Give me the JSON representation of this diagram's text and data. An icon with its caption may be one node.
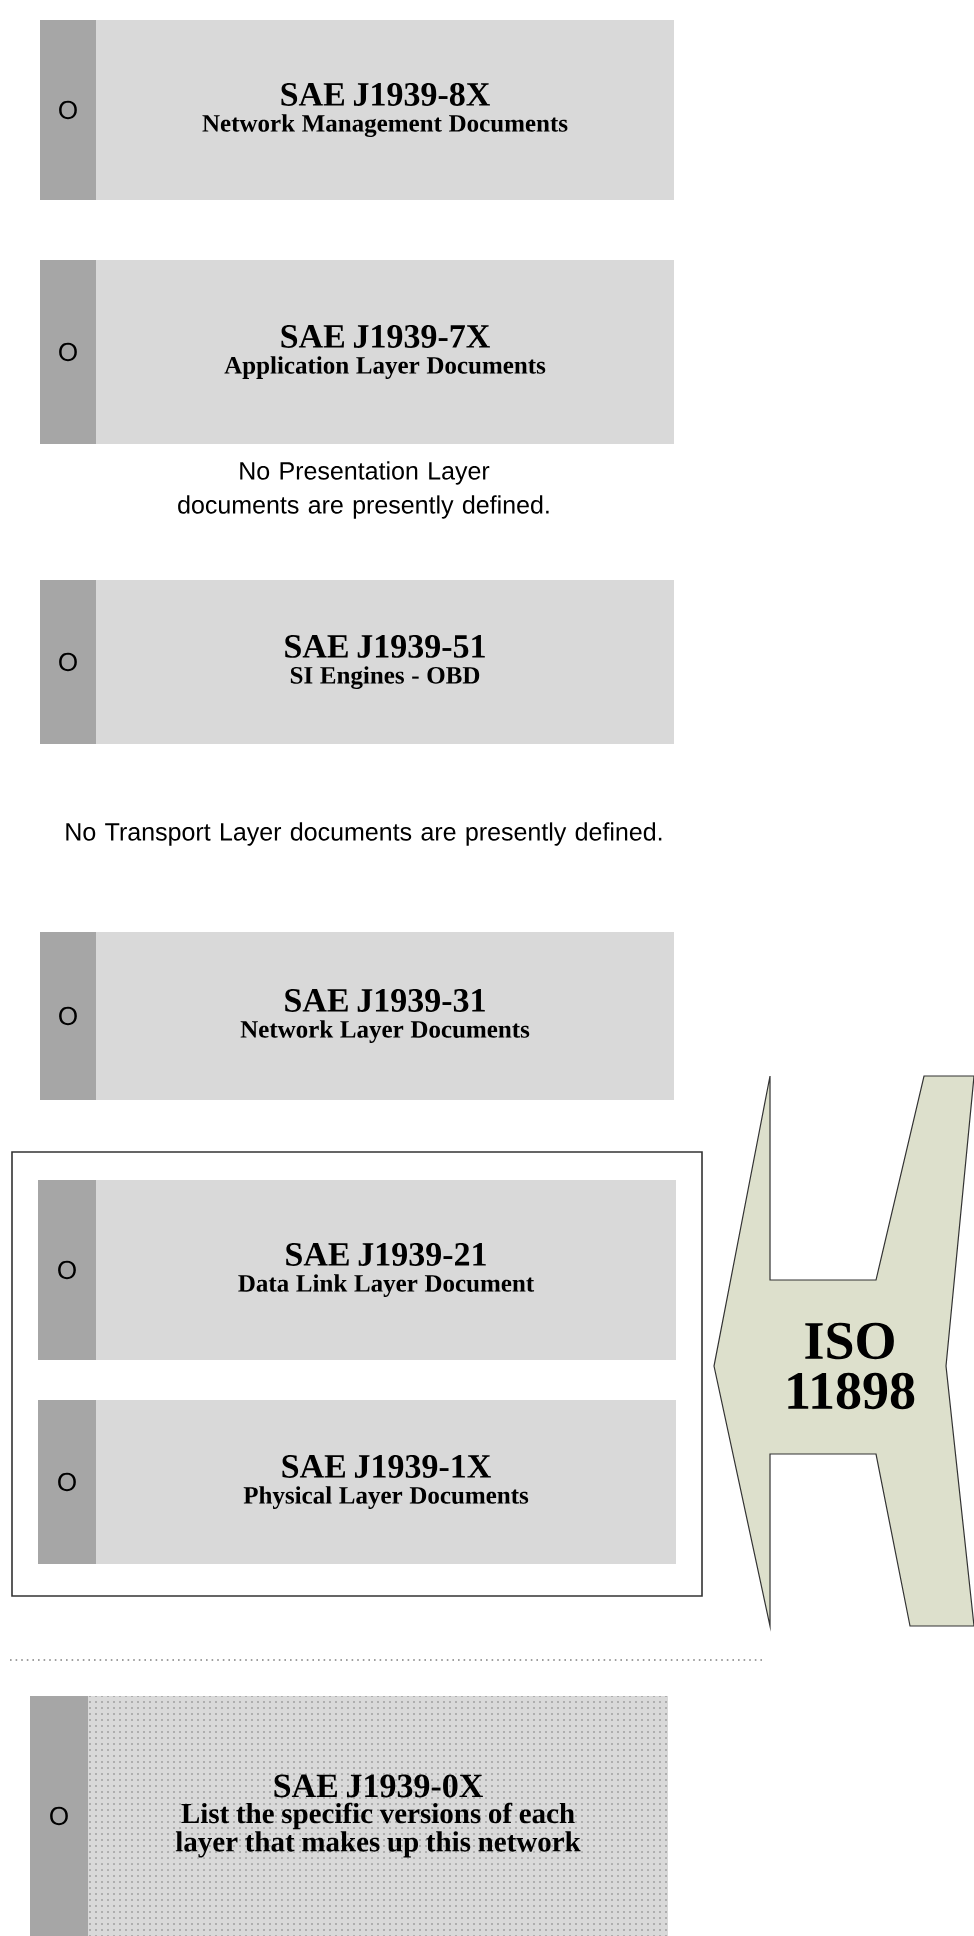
{
  "diagram": {
    "nodes": [
      {
        "text": [
          "O",
          "SAE  J1939-8X",
          "Network Management Documents"
        ]
      },
      {
        "text": [
          "O",
          "SAE  J1939-7X",
          "Application Layer Documents"
        ]
      },
      {
        "text": [
          "O",
          "SAE  J1939-51",
          "SI Engines - OBD"
        ]
      },
      {
        "text": [
          "O",
          "SAE  J1939-31",
          "Network Layer Documents"
        ]
      },
      {
        "text": [],
        "shape": "box"
      },
      {
        "text": [
          "O",
          "SAE J1939-21",
          "Data Link Layer Document"
        ],
        "in": 4
      },
      {
        "text": [
          "O",
          "SAE J1939-1X",
          "Physical Layer Documents"
        ],
        "in": 4
      },
      {
        "text": [
          "ISO 11898"
        ]
      },
      {
        "text": [
          "O",
          "SAE J1939-0X",
          "List the specific versions of each layer that makes up this network"
        ]
      }
    ],
    "labels": [
      "No Presentation Layer documents are presently defined.",
      "No Transport Layer documents are presently defined."
    ]
  }
}
